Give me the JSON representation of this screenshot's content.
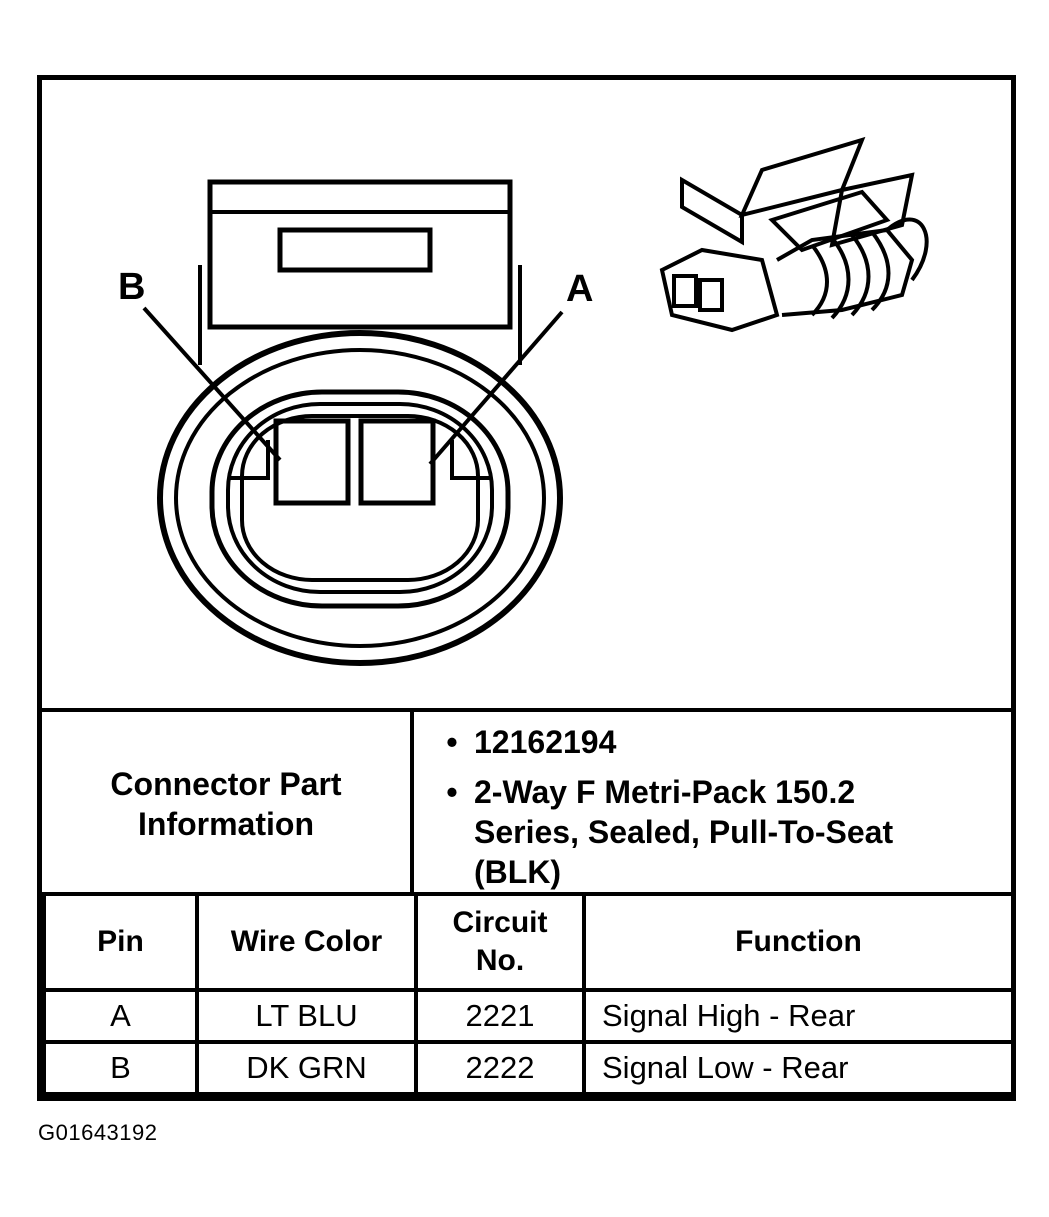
{
  "pin_labels": {
    "left": "B",
    "right": "A"
  },
  "connector_info": {
    "label": "Connector Part Information",
    "bullets": [
      "12162194",
      "2-Way F Metri-Pack 150.2 Series, Sealed, Pull-To-Seat (BLK)"
    ]
  },
  "pin_table": {
    "headers": {
      "pin": "Pin",
      "wire_color": "Wire Color",
      "circuit": "Circuit No.",
      "function": "Function"
    },
    "rows": [
      {
        "pin": "A",
        "wire_color": "LT BLU",
        "circuit": "2221",
        "function": "Signal High - Rear"
      },
      {
        "pin": "B",
        "wire_color": "DK GRN",
        "circuit": "2222",
        "function": "Signal Low - Rear"
      }
    ]
  },
  "figure_id": "G01643192"
}
